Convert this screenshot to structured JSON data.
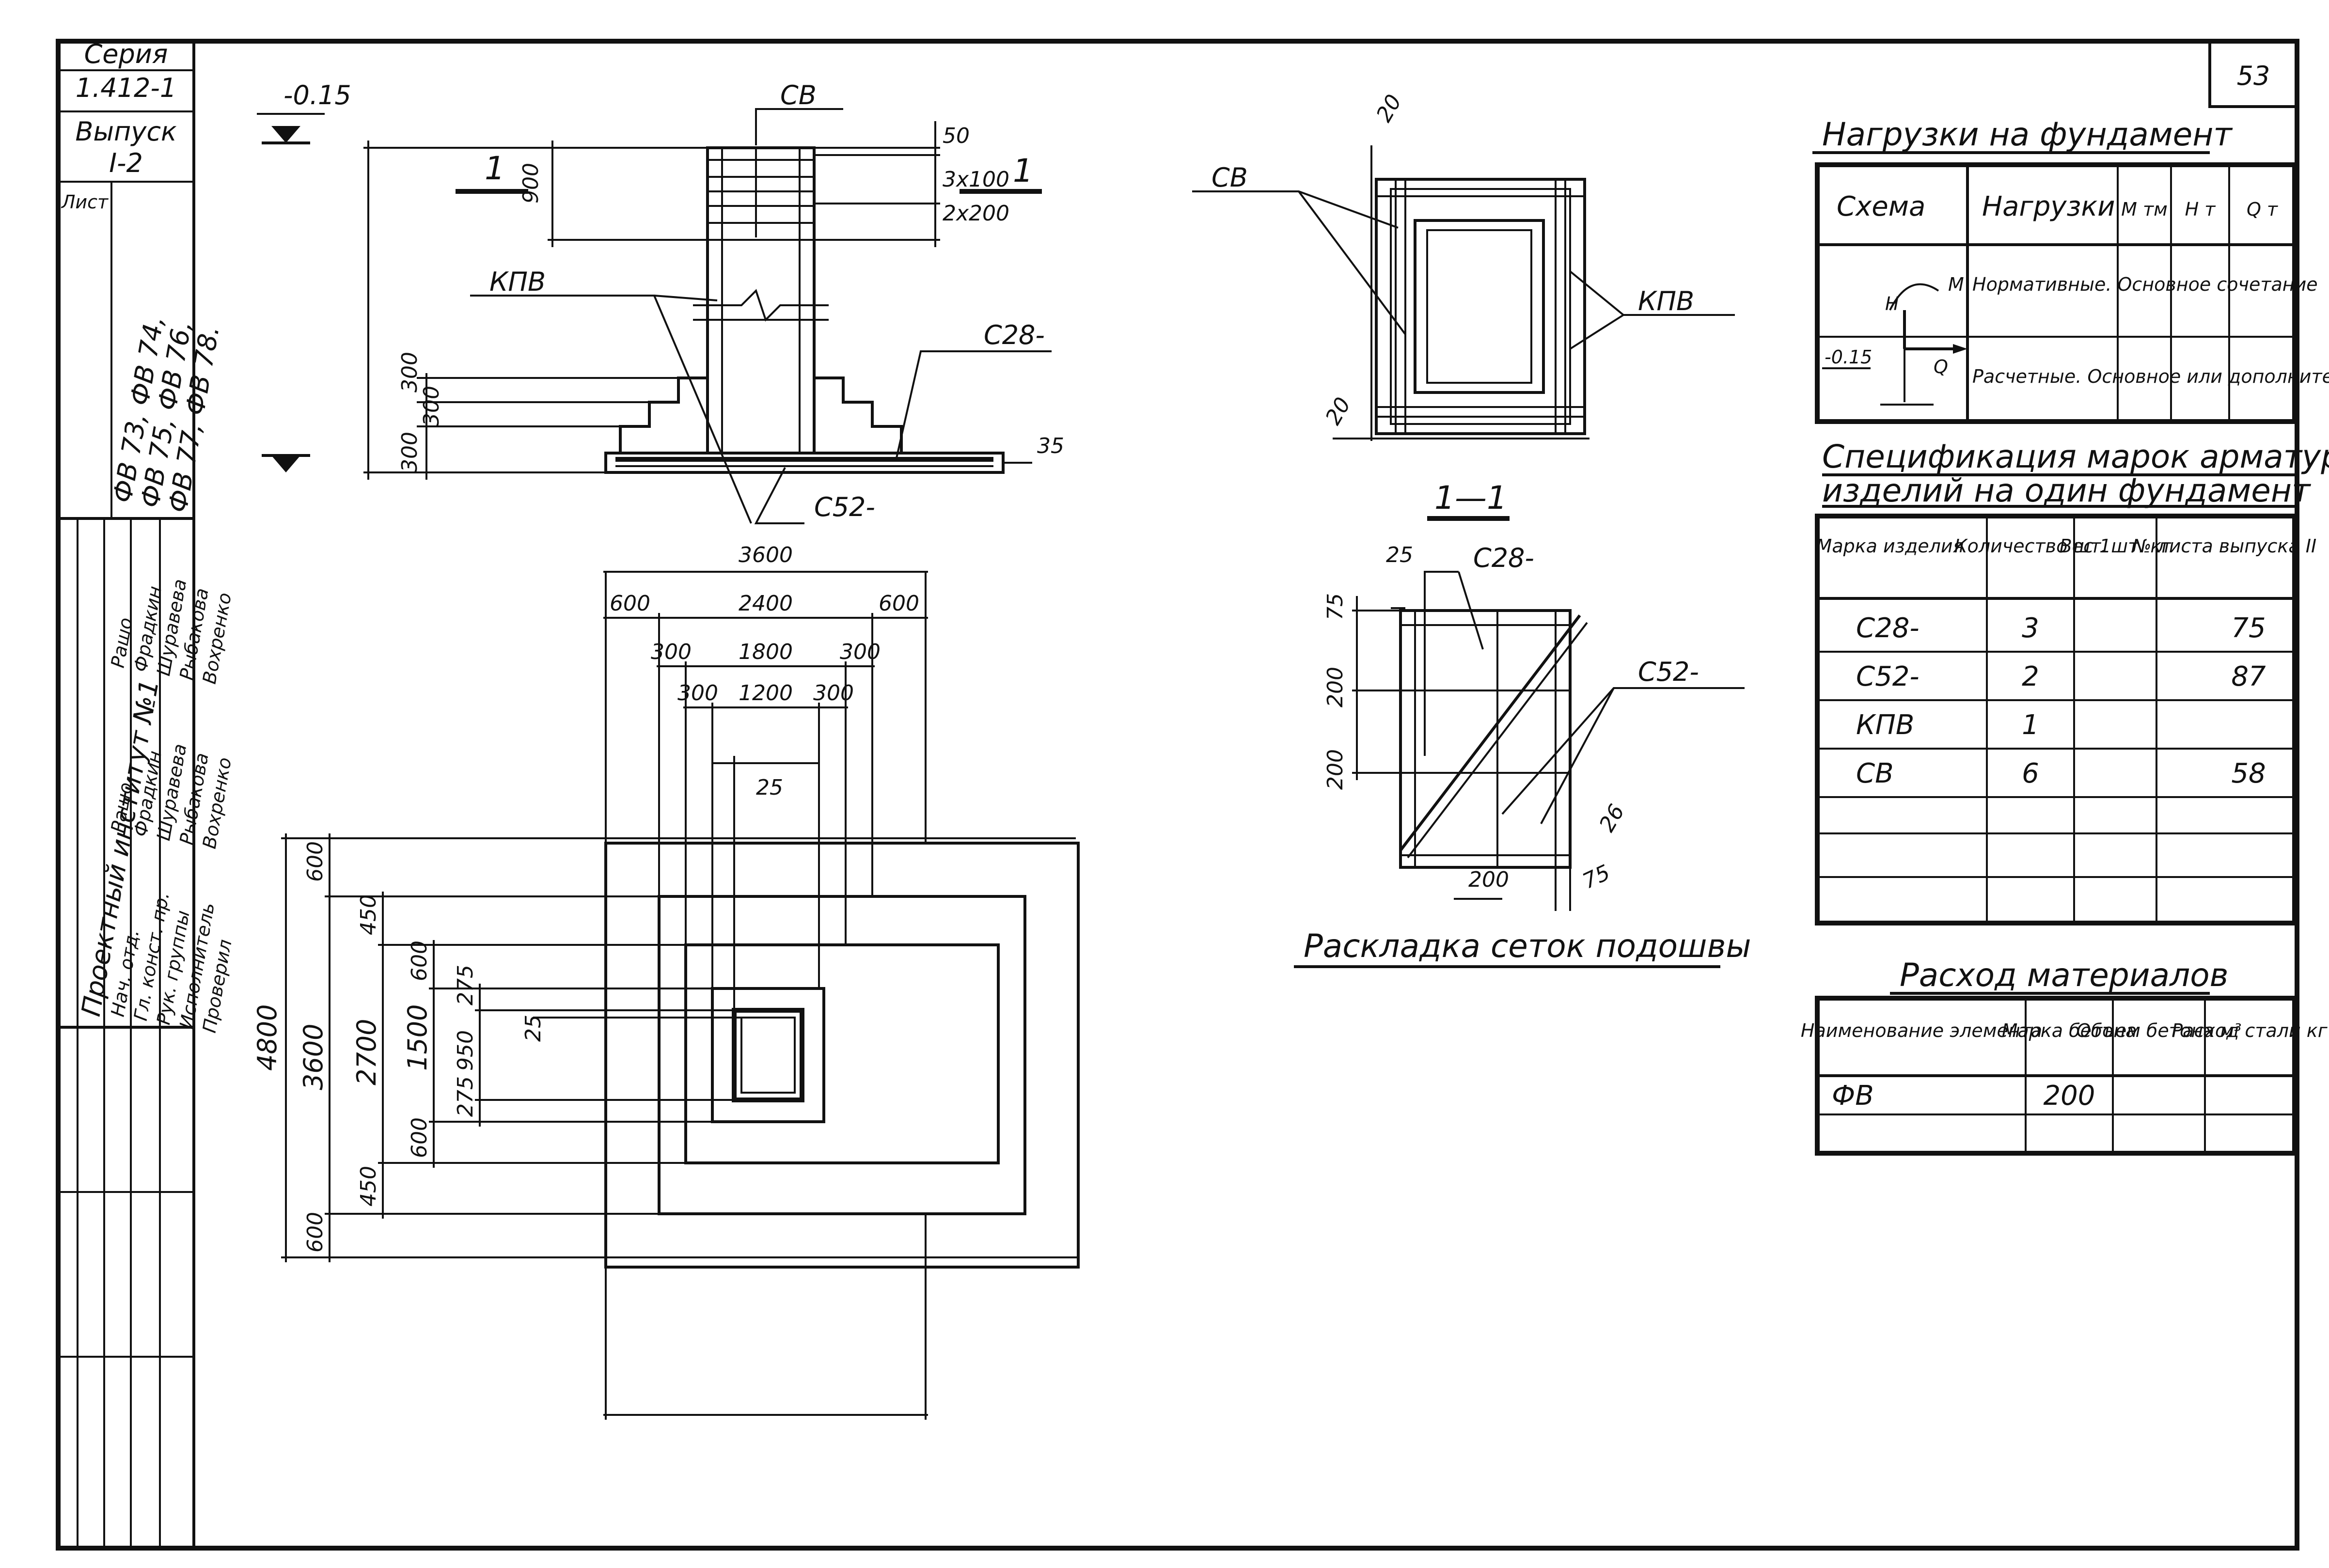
{
  "sheet": {
    "page_number": "53",
    "border_color": "#111111"
  },
  "stamp": {
    "series_label": "Серия",
    "series_value": "1.412-1",
    "issue_label": "Выпуск",
    "issue_value": "I-2",
    "sheet_label": "Лист",
    "marks": [
      "ФВ 73, ФВ 74,",
      "ФВ 75, ФВ 76,",
      "ФВ 77, ФВ 78."
    ],
    "org": "Проектный институт №1",
    "roles": [
      "Нач. отд.",
      "Гл. конст. пр.",
      "Рук. группы",
      "Исполнитель",
      "Проверил"
    ],
    "names": [
      "Рашо",
      "Фрадкин",
      "Шуравева",
      "Рыбакова",
      "Вохренко"
    ],
    "signatures": [
      "Рашо",
      "Фрадкин",
      "Шуравева",
      "Рыбакова",
      "Вохренко"
    ]
  },
  "elevation": {
    "level": "-0.15",
    "section_mark": "1",
    "labels": {
      "cb": "СВ",
      "kpv": "КПВ",
      "c28": "С28-",
      "c52": "С52-"
    },
    "dims": {
      "d50": "50",
      "d3x100": "3х100",
      "d2x200": "2х200",
      "d900": "900",
      "d300a": "300",
      "d300b": "300",
      "d300c": "300",
      "d35": "35"
    }
  },
  "plan": {
    "top_dims": {
      "overall": "3600",
      "left": "600",
      "mid": "2400",
      "right": "600",
      "s2l": "300",
      "s2m": "1800",
      "s2r": "300",
      "s3l": "300",
      "s3m": "1200",
      "s3r": "300",
      "d25": "25"
    },
    "left_dims": {
      "overall": "4800",
      "c1": "600",
      "c1mid": "3600",
      "c1b": "600",
      "c2": "450",
      "c2mid": "2700",
      "c2b": "450",
      "c3": "600",
      "c3mid": "1500",
      "c3b": "600",
      "c4": "275",
      "c4mid": "950",
      "c4b": "275",
      "d25": "25"
    }
  },
  "column_section": {
    "dim20a": "20",
    "dim20b": "20",
    "label_cb": "СВ",
    "label_kpv": "КПВ",
    "section_title": "1—1"
  },
  "mesh_layout": {
    "title": "Раскладка сеток подошвы",
    "labels": {
      "c28": "С28-",
      "c52": "С52-"
    },
    "dims": {
      "d25": "25",
      "d75a": "75",
      "d200a": "200",
      "d200b": "200",
      "d200c": "200",
      "d26": "26",
      "d75b": "75"
    }
  },
  "loads_table": {
    "title": "Нагрузки на фундамент",
    "headers": [
      "Схема",
      "Нагрузки",
      "М тм",
      "Н т",
      "Q т"
    ],
    "rows": [
      {
        "load": "Нормативные. Основное сочетание"
      },
      {
        "load": "Расчетные. Основное или дополнительное сочетание"
      }
    ],
    "scheme_labels": {
      "m": "М",
      "n": "Н",
      "q": "Q",
      "level": "-0.15"
    }
  },
  "spec_table": {
    "title_line1": "Спецификация марок арматурных",
    "title_line2": "изделий на один фундамент",
    "headers": [
      "Марка изделия",
      "Количество шт.",
      "Вес 1шт. кг",
      "№ листа выпуска II"
    ],
    "rows": [
      {
        "mark": "С28-",
        "qty": "3",
        "weight": "",
        "sheet": "75"
      },
      {
        "mark": "С52-",
        "qty": "2",
        "weight": "",
        "sheet": "87"
      },
      {
        "mark": "КПВ",
        "qty": "1",
        "weight": "",
        "sheet": ""
      },
      {
        "mark": "СВ",
        "qty": "6",
        "weight": "",
        "sheet": "58"
      }
    ]
  },
  "materials_table": {
    "title": "Расход материалов",
    "headers": [
      "Наименование элемента",
      "Марка бетона",
      "Объем бетона м³",
      "Расход стали кг"
    ],
    "rows": [
      {
        "element": "ФВ",
        "grade": "200",
        "volume": "",
        "steel": ""
      }
    ]
  }
}
